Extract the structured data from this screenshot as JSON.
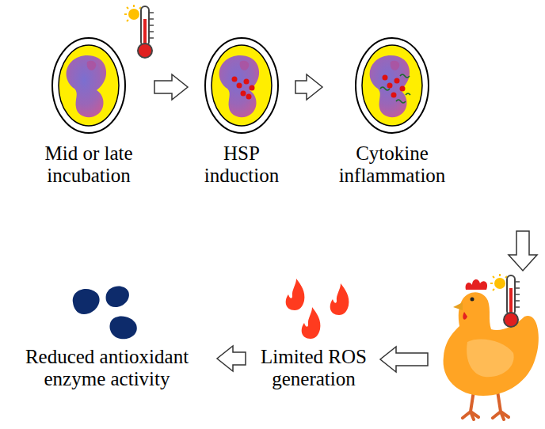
{
  "diagram": {
    "nodes": [
      {
        "text": [
          "Mid or late incubation"
        ]
      },
      {
        "text": [
          "HSP induction"
        ]
      },
      {
        "text": [
          "Cytokine inflammation"
        ]
      },
      {
        "text": [
          "Limited ROS generation"
        ]
      },
      {
        "text": [
          "Reduced antioxidant enzyme activity"
        ]
      }
    ],
    "edges": [
      {
        "from": 0,
        "to": 1,
        "arrow": "to"
      },
      {
        "from": 1,
        "to": 2,
        "arrow": "to"
      },
      {
        "from": 3,
        "to": 4,
        "arrow": "to"
      }
    ]
  }
}
